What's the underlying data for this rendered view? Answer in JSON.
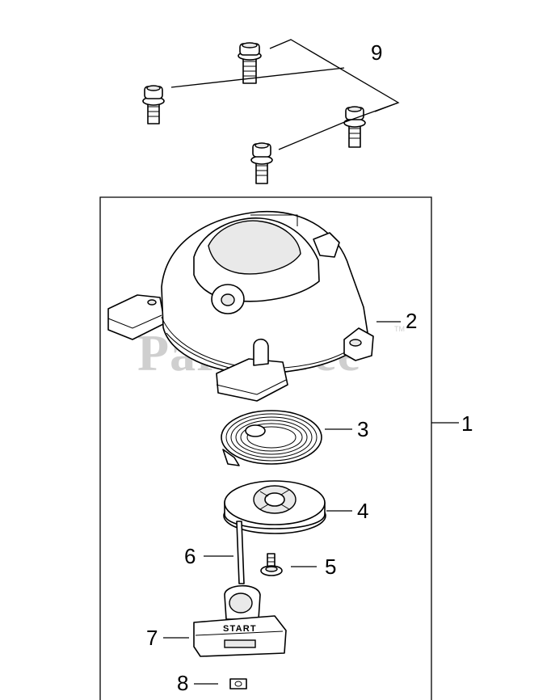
{
  "watermark": {
    "text": "PartsTree",
    "trademark": "TM"
  },
  "callouts": {
    "c1": "1",
    "c2": "2",
    "c3": "3",
    "c4": "4",
    "c5": "5",
    "c6": "6",
    "c7": "7",
    "c8": "8",
    "c9": "9"
  },
  "handle_label": "START"
}
